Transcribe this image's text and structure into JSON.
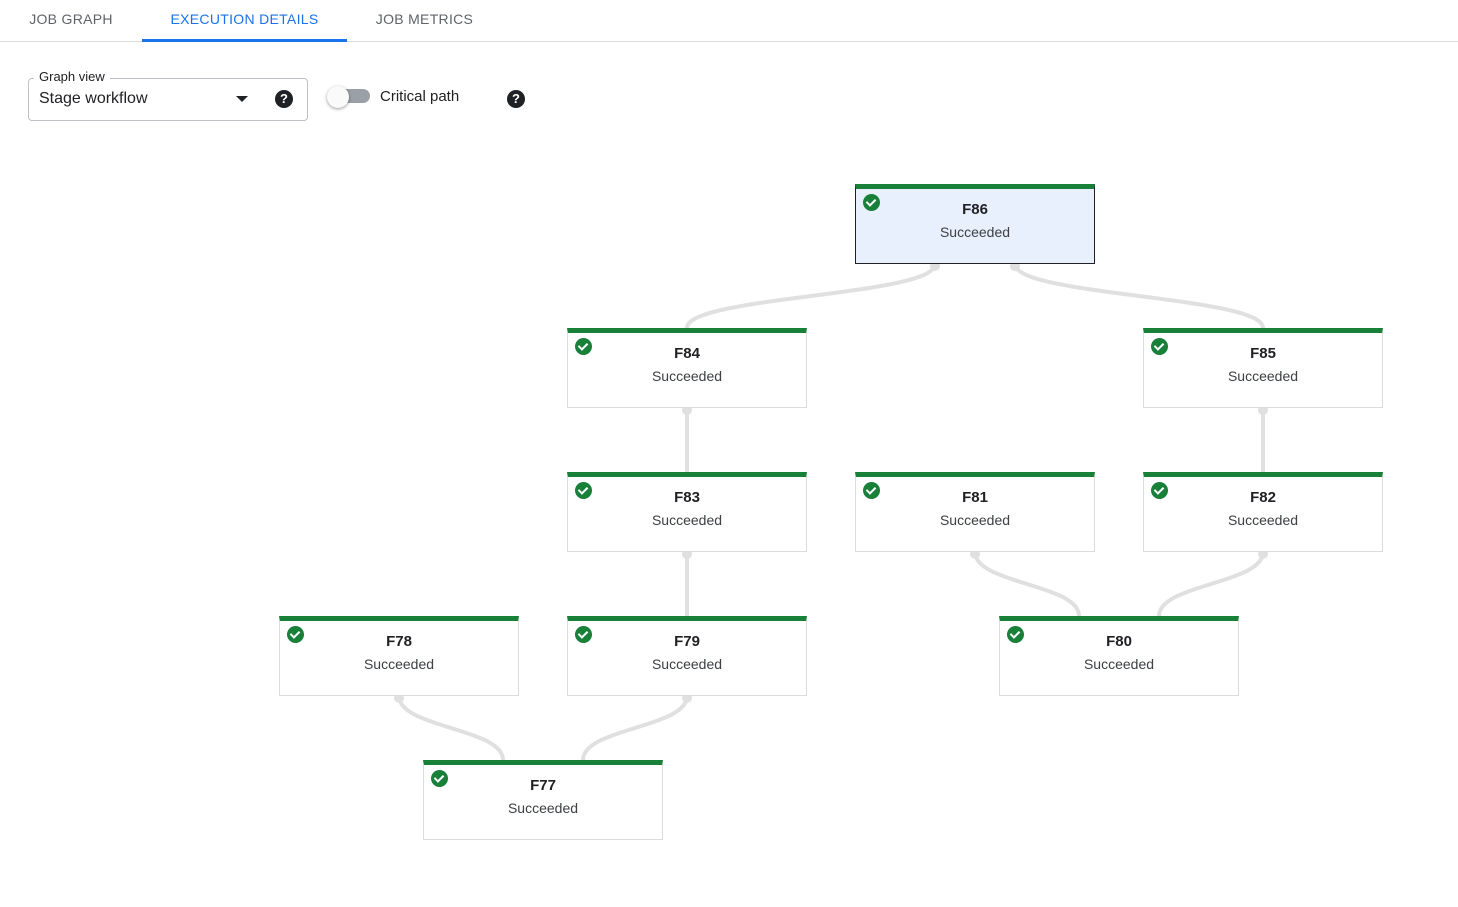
{
  "tabs": [
    {
      "label": "JOB GRAPH",
      "active": false
    },
    {
      "label": "EXECUTION DETAILS",
      "active": true
    },
    {
      "label": "JOB METRICS",
      "active": false
    }
  ],
  "graph_view": {
    "legend": "Graph view",
    "value": "Stage workflow",
    "help": "?"
  },
  "critical_path": {
    "label": "Critical path",
    "enabled": false,
    "help": "?"
  },
  "colors": {
    "accent": "#1a73e8",
    "success": "#188038",
    "edge": "#e0e0e0",
    "selected_bg": "#e8f0fe"
  },
  "stages": [
    {
      "id": "F86",
      "name": "F86",
      "status": "Succeeded",
      "selected": true,
      "icon": "check-circle-icon"
    },
    {
      "id": "F84",
      "name": "F84",
      "status": "Succeeded",
      "selected": false,
      "icon": "check-circle-icon"
    },
    {
      "id": "F85",
      "name": "F85",
      "status": "Succeeded",
      "selected": false,
      "icon": "check-circle-icon"
    },
    {
      "id": "F83",
      "name": "F83",
      "status": "Succeeded",
      "selected": false,
      "icon": "check-circle-icon"
    },
    {
      "id": "F81",
      "name": "F81",
      "status": "Succeeded",
      "selected": false,
      "icon": "check-circle-icon"
    },
    {
      "id": "F82",
      "name": "F82",
      "status": "Succeeded",
      "selected": false,
      "icon": "check-circle-icon"
    },
    {
      "id": "F78",
      "name": "F78",
      "status": "Succeeded",
      "selected": false,
      "icon": "check-circle-icon"
    },
    {
      "id": "F79",
      "name": "F79",
      "status": "Succeeded",
      "selected": false,
      "icon": "check-circle-icon"
    },
    {
      "id": "F80",
      "name": "F80",
      "status": "Succeeded",
      "selected": false,
      "icon": "check-circle-icon"
    },
    {
      "id": "F77",
      "name": "F77",
      "status": "Succeeded",
      "selected": false,
      "icon": "check-circle-icon"
    }
  ],
  "edges": [
    {
      "from": "F86",
      "to": "F84"
    },
    {
      "from": "F86",
      "to": "F85"
    },
    {
      "from": "F84",
      "to": "F83"
    },
    {
      "from": "F85",
      "to": "F82"
    },
    {
      "from": "F83",
      "to": "F79"
    },
    {
      "from": "F81",
      "to": "F80"
    },
    {
      "from": "F82",
      "to": "F80"
    },
    {
      "from": "F78",
      "to": "F77"
    },
    {
      "from": "F79",
      "to": "F77"
    }
  ]
}
